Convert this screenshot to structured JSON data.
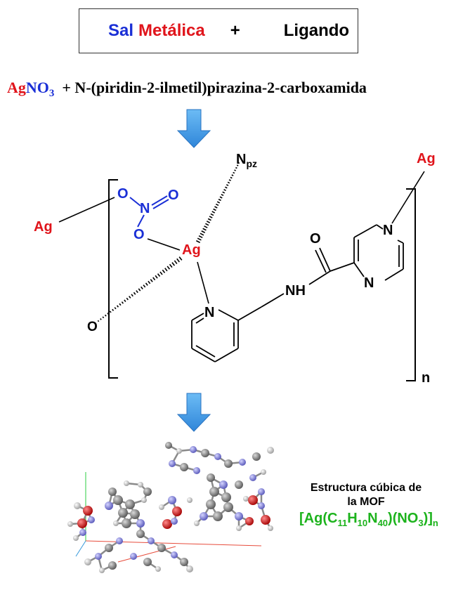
{
  "header": {
    "salt_word": "Sal",
    "metal_word": "Metálica",
    "plus": "+",
    "ligand_word": "Ligando"
  },
  "equation": {
    "reagent_metal": "Ag",
    "reagent_NO": "NO",
    "reagent_sub3": "3",
    "reagent_ligand": "+ N-(piridin-2-ilmetil)pirazina-2-carboxamida"
  },
  "structure": {
    "ag_left": "Ag",
    "ag_center": "Ag",
    "ag_right": "Ag",
    "nitrate_o1": "O",
    "nitrate_n": "N",
    "nitrate_o2": "O",
    "nitrate_o3": "O",
    "npz_main": "N",
    "npz_sub": "pz",
    "o_bottom": "O",
    "pyridine_n": "N",
    "amide_o": "O",
    "amide_nh": "NH",
    "pyrazine_n_top": "N",
    "pyrazine_n_bottom": "N",
    "repeat_n": "n"
  },
  "mof": {
    "title_line1": "Estructura cúbica de",
    "title_line2": "la MOF",
    "formula_part1": "[Ag(C",
    "formula_sub1": "11",
    "formula_part2": "H",
    "formula_sub2": "10",
    "formula_part3": "N",
    "formula_sub3": "40",
    "formula_part4": ")(NO",
    "formula_sub4": "3",
    "formula_part5": ")]",
    "formula_sub5": "n"
  },
  "colors": {
    "metal_red": "#e0141b",
    "salt_blue": "#1a2fd6",
    "mof_green": "#1db31d",
    "arrow_blue": "#4aa3e8"
  }
}
